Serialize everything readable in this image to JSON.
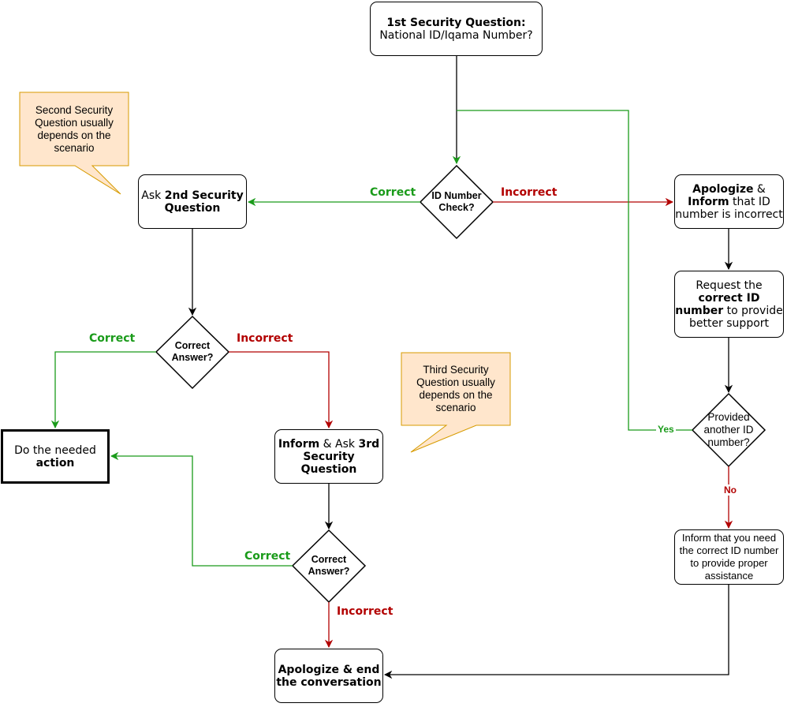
{
  "nodes": {
    "q1": {
      "bold": "1st Security Question:",
      "text": "National ID/Iqama Number?"
    },
    "id_check": {
      "line1": "ID Number",
      "line2": "Check?"
    },
    "ask2": {
      "pre": "Ask ",
      "bold": "2nd Security",
      "line2": "Question"
    },
    "apologize_inform": {
      "bold1": "Apologize",
      "amp": " & ",
      "bold2": "Inform",
      "rest1": " that ID",
      "rest2": "number is incorrect"
    },
    "request_id": {
      "line1": "Request the",
      "bold1": "correct ID",
      "bold2": "number",
      "rest2": " to provide",
      "line4": "better support"
    },
    "correct_answer_1": {
      "line1": "Correct",
      "line2": "Answer?"
    },
    "do_action": {
      "line1": "Do the needed",
      "bold": "action"
    },
    "inform_ask3": {
      "bold1": "Inform",
      "mid": " & Ask ",
      "bold2": "3rd",
      "line2": "Security",
      "line3": "Question"
    },
    "provided_another": {
      "line1": "Provided",
      "line2": "another ID",
      "line3": "number?"
    },
    "correct_answer_2": {
      "line1": "Correct",
      "line2": "Answer?"
    },
    "inform_need": {
      "line1": "Inform that you need",
      "line2": "the correct ID number",
      "line3": "to provide proper",
      "line4": "assistance"
    },
    "apologize_end": {
      "line1": "Apologize & end",
      "line2": "the conversation"
    }
  },
  "notes": {
    "note2": {
      "line1": "Second Security",
      "line2": "Question usually",
      "line3": "depends on the",
      "line4": "scenario"
    },
    "note3": {
      "line1": "Third Security",
      "line2": "Question usually",
      "line3": "depends on the",
      "line4": "scenario"
    }
  },
  "labels": {
    "correct_1": "Correct",
    "incorrect_1": "Incorrect",
    "correct_2": "Correct",
    "incorrect_2": "Incorrect",
    "correct_3": "Correct",
    "incorrect_3": "Incorrect",
    "yes": "Yes",
    "no": "No"
  },
  "colors": {
    "green": "#1a9b1a",
    "red": "#b20000",
    "black": "#000000",
    "note_fill": "#ffe6cc",
    "note_stroke": "#d79b00"
  }
}
